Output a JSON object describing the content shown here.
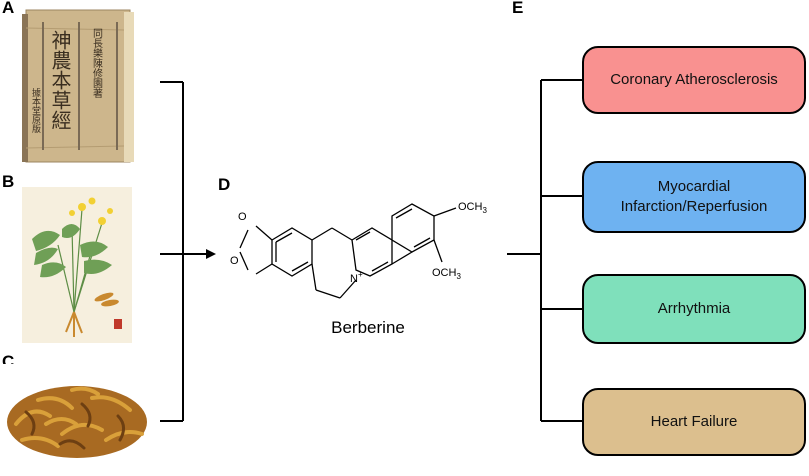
{
  "panels": {
    "a": "A",
    "b": "B",
    "c": "C",
    "d": "D",
    "e": "E"
  },
  "book": {
    "cover_title": "神農本草經",
    "side_text_1": "同長樂陳修園著",
    "side_text_2": "據本堂原版"
  },
  "molecule": {
    "name": "Berberine",
    "substituent_1": "OCH3",
    "substituent_2": "OCH3",
    "ring_oxygen_1": "O",
    "ring_oxygen_2": "O",
    "nitrogen": "N+"
  },
  "outcomes": [
    {
      "label": "Coronary Atherosclerosis",
      "color": "#f99190"
    },
    {
      "label": "Myocardial Infarction/Reperfusion",
      "color": "#6eb2f1"
    },
    {
      "label": "Arrhythmia",
      "color": "#7fe0bb"
    },
    {
      "label": "Heart Failure",
      "color": "#dcbf8e"
    }
  ],
  "colors": {
    "book_paper": "#c8b28a",
    "book_edge": "#e7d9b6",
    "plant_bg": "#f6efde",
    "leaf": "#6f9f56",
    "flower": "#f2d033",
    "root": "#c9892f"
  }
}
